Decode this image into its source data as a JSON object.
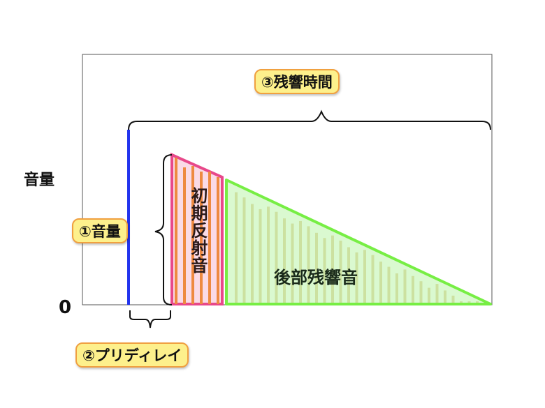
{
  "y_axis_label": "音量",
  "zero_label": "0",
  "labels": {
    "volume": "①音量",
    "predelay": "②プリディレイ",
    "reverb_time": "③残響時間",
    "early_reflections": "初期反射音",
    "late_reverb": "後部残響音"
  },
  "colors": {
    "direct_sound": "#2233ee",
    "early_border": "#e8488a",
    "early_fill": "#fadbe6",
    "early_bars": "#ee8a40",
    "late_border": "#77ee44",
    "late_fill": "#cdf7c0",
    "late_bars": "#c8a040",
    "pill_fill": "#fdf08c",
    "pill_border": "#f0a040"
  }
}
